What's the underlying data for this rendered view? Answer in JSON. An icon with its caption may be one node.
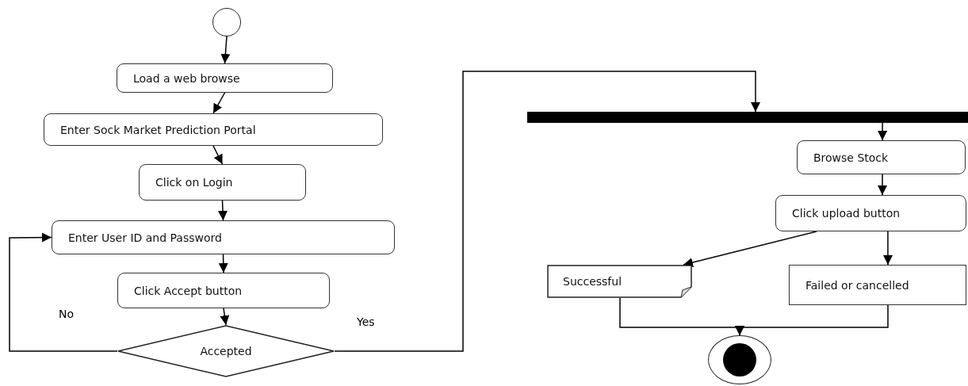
{
  "diagram": {
    "nodes": [
      {
        "text": [],
        "shape": "circle"
      },
      {
        "text": [
          "Load a web browse"
        ]
      },
      {
        "text": [
          "Enter Sock Market Prediction Portal"
        ]
      },
      {
        "text": [
          "Click on Login"
        ]
      },
      {
        "text": [
          "Enter User ID and Password"
        ]
      },
      {
        "text": [
          "Click Accept button"
        ]
      },
      {
        "text": [
          "Accepted"
        ]
      },
      {
        "text": [],
        "shape": "bar"
      },
      {
        "text": [
          "Browse Stock"
        ]
      },
      {
        "text": [
          "Click upload button"
        ]
      },
      {
        "text": [
          "Successful"
        ]
      },
      {
        "text": [
          "Failed or cancelled"
        ]
      },
      {
        "text": [],
        "shape": "circle"
      }
    ],
    "edges": [
      {
        "from": 0,
        "to": 1,
        "arrow": "to"
      },
      {
        "from": 1,
        "to": 2,
        "arrow": "to"
      },
      {
        "from": 2,
        "to": 3,
        "arrow": "to"
      },
      {
        "from": 3,
        "to": 4,
        "arrow": "to"
      },
      {
        "from": 4,
        "to": 5,
        "arrow": "to"
      },
      {
        "from": 5,
        "to": 6,
        "arrow": "to"
      },
      {
        "from": 6,
        "to": 4,
        "arrow": "to",
        "label": "No"
      },
      {
        "from": 6,
        "to": 7,
        "arrow": "to",
        "label": "Yes"
      },
      {
        "from": 7,
        "to": 8,
        "arrow": "to"
      },
      {
        "from": 8,
        "to": 9,
        "arrow": "to"
      },
      {
        "from": 9,
        "to": 10,
        "arrow": "to"
      },
      {
        "from": 9,
        "to": 11,
        "arrow": "to"
      },
      {
        "from": 10,
        "to": 12,
        "arrow": "to"
      },
      {
        "from": 11,
        "to": 12,
        "arrow": "to"
      }
    ]
  }
}
